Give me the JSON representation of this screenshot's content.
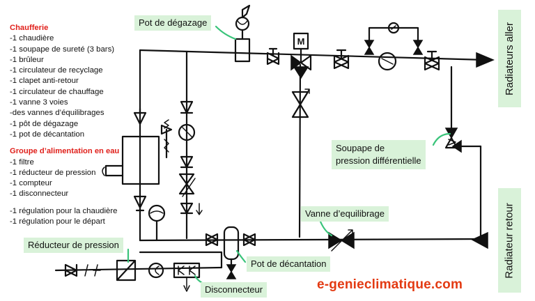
{
  "legend": {
    "chaufferie_title": "Chaufferie",
    "chaufferie_items": [
      "-1 chaudière",
      "-1 soupape de sureté (3 bars)",
      "-1 brûleur",
      "-1 circulateur de recyclage",
      "-1 clapet anti-retour",
      "-1 circulateur de chauffage",
      "-1 vanne 3 voies",
      "-des vannes d’équilibrages",
      "-1 pôt de dégazage",
      "-1 pot de décantation"
    ],
    "alimentation_title": "Groupe d’alimentation en eau",
    "alimentation_items": [
      "-1 filtre",
      "-1 réducteur de pression",
      "-1 compteur",
      "-1 disconnecteur"
    ],
    "regulation_items": [
      "-1 régulation pour la chaudière",
      "-1 régulation pour le départ"
    ]
  },
  "labels": {
    "pot_degazage": "Pot de dégazage",
    "radiateurs_aller": "Radiateurs aller",
    "radiateur_retour": "Radiateur retour",
    "soupape_line1": "Soupape de",
    "soupape_line2": "pression différentielle",
    "vanne_equilibrage": "Vanne d’equilibrage",
    "reducteur_pression": "Réducteur de pression",
    "pot_decantation": "Pot de décantation",
    "disconnecteur": "Disconnecteur"
  },
  "diagram": {
    "motor_letter": "M"
  },
  "website": "e-genieclimatique.com",
  "colors": {
    "heading_red": "#e0201b",
    "label_bg": "#d9f2d9",
    "leader_green": "#39c47a",
    "website_orange": "#e33a12",
    "line": "#111111"
  }
}
